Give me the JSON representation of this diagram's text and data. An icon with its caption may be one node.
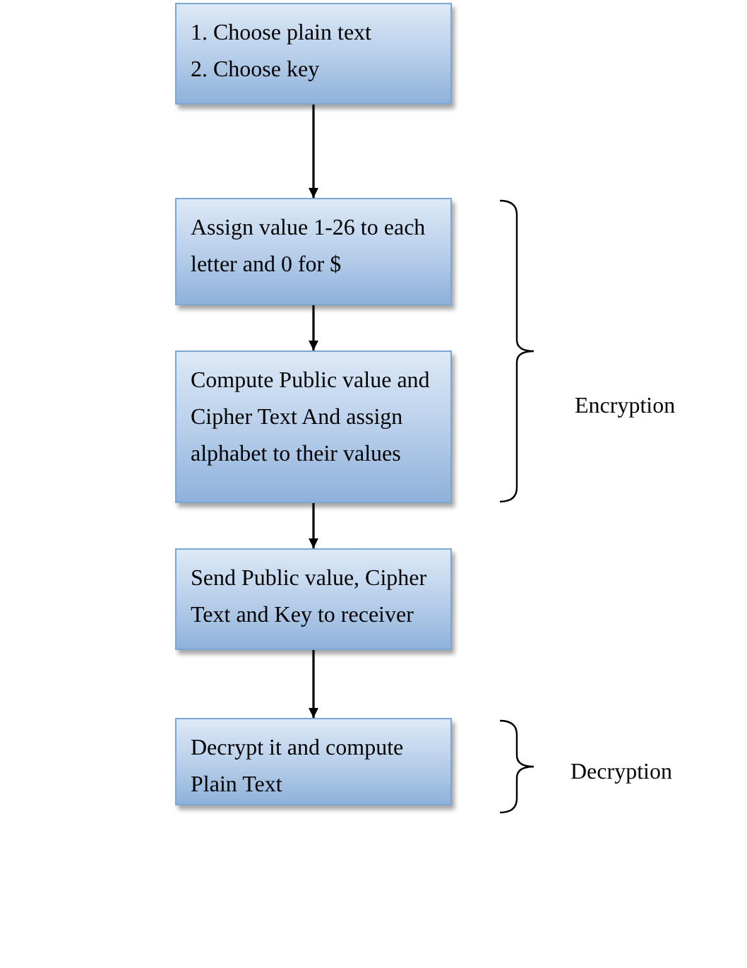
{
  "diagram": {
    "nodes": [
      {
        "text": [
          "1. Choose plain text",
          "2. Choose key"
        ]
      },
      {
        "text": [
          "Assign value 1-26 to each letter and 0 for $"
        ]
      },
      {
        "text": [
          "Compute Public value and Cipher Text And assign alphabet to their values"
        ]
      },
      {
        "text": [
          "Send Public value, Cipher Text and Key to receiver"
        ]
      },
      {
        "text": [
          "Decrypt it and compute Plain Text"
        ]
      }
    ],
    "edges": [
      {
        "from": 0,
        "to": 1,
        "arrow": "to"
      },
      {
        "from": 1,
        "to": 2,
        "arrow": "to"
      },
      {
        "from": 2,
        "to": 3,
        "arrow": "to"
      },
      {
        "from": 3,
        "to": 4,
        "arrow": "to"
      }
    ],
    "labels": [
      "Encryption",
      "Decryption"
    ]
  }
}
